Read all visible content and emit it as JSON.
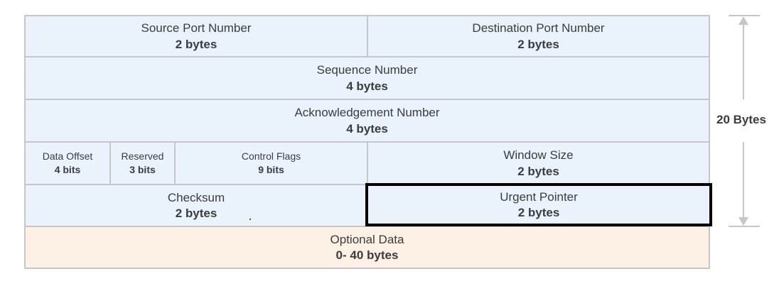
{
  "header": {
    "source_port": {
      "name": "Source Port Number",
      "size": "2 bytes"
    },
    "destination_port": {
      "name": "Destination Port Number",
      "size": "2 bytes"
    },
    "sequence": {
      "name": "Sequence Number",
      "size": "4 bytes"
    },
    "acknowledgement": {
      "name": "Acknowledgement Number",
      "size": "4 bytes"
    },
    "data_offset": {
      "name": "Data Offset",
      "size": "4 bits"
    },
    "reserved": {
      "name": "Reserved",
      "size": "3 bits"
    },
    "control_flags": {
      "name": "Control Flags",
      "size": "9 bits"
    },
    "window_size": {
      "name": "Window Size",
      "size": "2 bytes"
    },
    "checksum": {
      "name": "Checksum",
      "size": "2 bytes"
    },
    "urgent_pointer": {
      "name": "Urgent Pointer",
      "size": "2 bytes",
      "highlighted": true
    },
    "optional_data": {
      "name": "Optional Data",
      "size": "0- 40 bytes"
    }
  },
  "dimension": {
    "label": "20 Bytes"
  },
  "colors": {
    "field_fill": "#eaf3fc",
    "optional_fill": "#fdf0e4",
    "border": "#c6c6c6",
    "highlight_border": "#000000",
    "text": "#3c3c3c"
  }
}
